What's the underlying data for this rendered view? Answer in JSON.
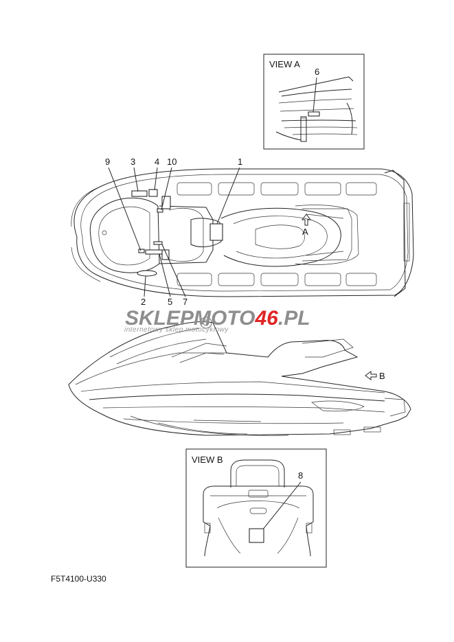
{
  "diagram": {
    "callouts": [
      "1",
      "2",
      "3",
      "4",
      "5",
      "6",
      "7",
      "8",
      "9",
      "10"
    ],
    "view_a": {
      "title": "VIEW A",
      "arrow_label": "A"
    },
    "view_b": {
      "title": "VIEW B",
      "arrow_label": "B"
    },
    "part_code": "F5T4100-U330"
  },
  "watermark": {
    "part1": "SKLEP",
    "part2": "MOTO",
    "part3": "46",
    "part4": ".PL",
    "tagline": "internetowy sklep motocyklowy"
  }
}
